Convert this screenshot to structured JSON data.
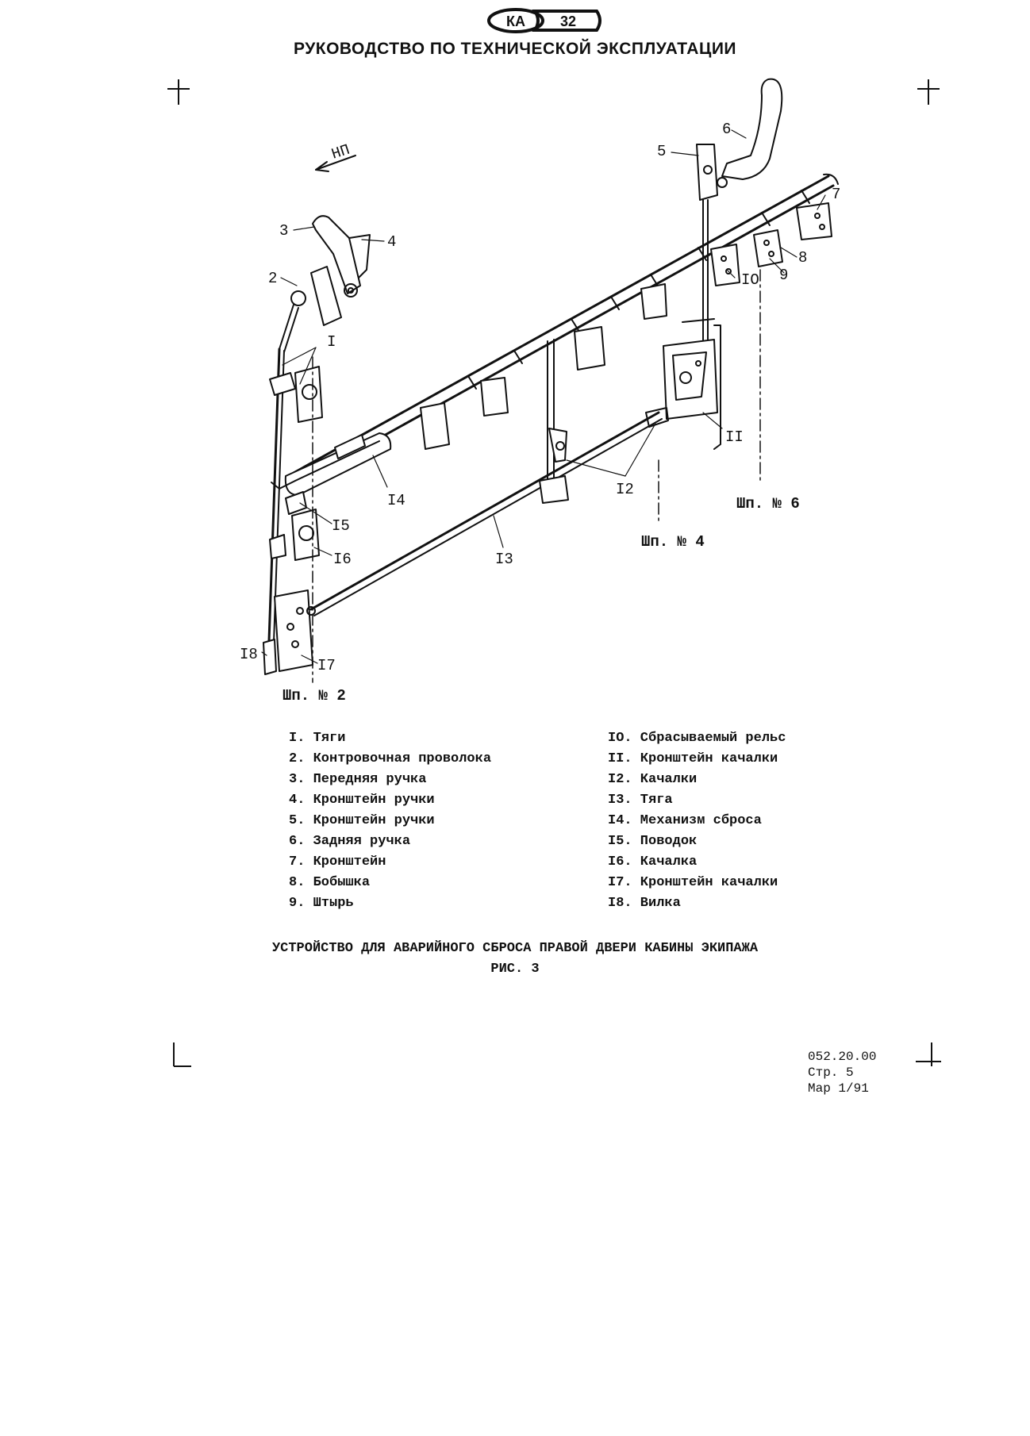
{
  "header": {
    "logo_letters": "КА",
    "logo_number": "32",
    "title": "РУКОВОДСТВО ПО ТЕХНИЧЕСКОЙ ЭКСПЛУАТАЦИИ"
  },
  "diagram": {
    "direction_label": "НП",
    "callouts": [
      "I",
      "2",
      "3",
      "4",
      "5",
      "6",
      "7",
      "8",
      "9",
      "IO",
      "II",
      "I2",
      "I3",
      "I4",
      "I5",
      "I6",
      "I7",
      "I8"
    ],
    "frames": [
      "Шп. № 2",
      "Шп. № 4",
      "Шп. № 6"
    ]
  },
  "legend": {
    "left": [
      "I. Тяги",
      "2. Контровочная проволока",
      "3. Передняя ручка",
      "4. Кронштейн ручки",
      "5. Кронштейн ручки",
      "6. Задняя ручка",
      "7. Кронштейн",
      "8. Бобышка",
      "9. Штырь"
    ],
    "right": [
      "IO. Сбрасываемый рельс",
      "II. Кронштейн качалки",
      "I2. Качалки",
      "I3. Тяга",
      "I4. Механизм сброса",
      "I5. Поводок",
      "I6. Качалка",
      "I7. Кронштейн качалки",
      "I8. Вилка"
    ]
  },
  "caption": {
    "title": "УСТРОЙСТВО ДЛЯ АВАРИЙНОГО СБРОСА ПРАВОЙ ДВЕРИ КАБИНЫ ЭКИПАЖА",
    "figure": "РИС. 3"
  },
  "footer": {
    "code": "052.20.00",
    "page": "Стр. 5",
    "date": "Мар 1/91"
  }
}
